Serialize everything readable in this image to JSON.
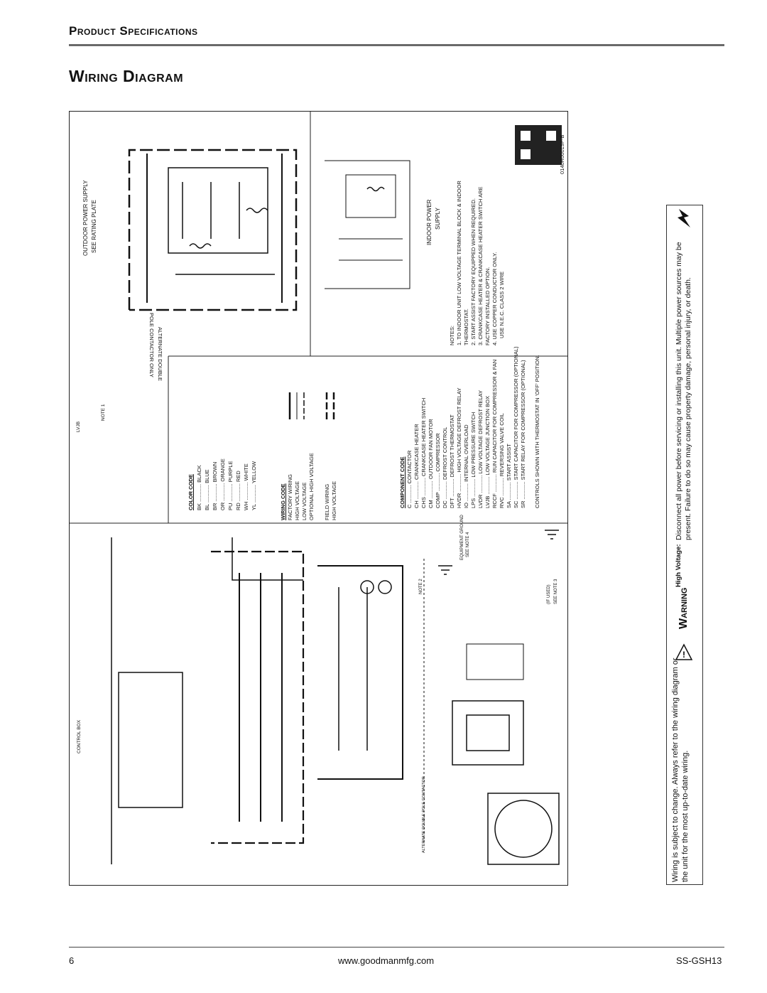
{
  "header": {
    "section": "Product Specifications"
  },
  "page_title": "Wiring Diagram",
  "diagram": {
    "outdoor_supply": "OUTDOOR POWER SUPPLY",
    "see_rating": "SEE RATING PLATE",
    "alt_contactor_1": "ALTERNATE DOUBLE",
    "alt_contactor_2": "POLE CONTACTOR ONLY",
    "control_box": "CONTROL BOX",
    "lvjb": "LVJB",
    "note1": "NOTE 1",
    "indoor_power": "INDOOR POWER",
    "supply": "SUPPLY",
    "doc_number": "0140R00019P-B",
    "color_code_title": "COLOR CODE",
    "color_code": [
      "BK ............ BLACK",
      "BL ............ BLUE",
      "BR ............ BROWN",
      "OR ............ ORANGE",
      "PU ............ PURPLE",
      "RD ............ RED",
      "WH ............ WHITE",
      "YL ............ YELLOW"
    ],
    "wiring_code_title": "WIRING CODE",
    "wiring_code": [
      "FACTORY WIRING",
      "HIGH VOLTAGE",
      "LOW VOLTAGE",
      "OPTIONAL HIGH VOLTAGE",
      "FIELD WIRING",
      "HIGH VOLTAGE"
    ],
    "component_code_title": "COMPONENT CODE",
    "component_code": [
      "C ............ CONTACTOR",
      "CH ............ CRANKCASE HEATER",
      "CHS ............ CRANKCASE HEATER SWITCH",
      "CM ............ OUTDOOR FAN MOTOR",
      "COMP ............ COMPRESSOR",
      "DC ............ DEFROST CONTROL",
      "DFT ............ DEFROST THERMOSTAT",
      "HVDR ............ HIGH VOLTAGE DEFROST RELAY",
      "IO ............ INTERNAL OVERLOAD",
      "LPS ............ LOW PRESSURE SWITCH",
      "LVDR ............ LOW VOLTAGE DEFROST RELAY",
      "LVJB ............ LOW VOLTAGE JUNCTION BOX",
      "RCCF ............ RUN CAPACITOR FOR COMPRESSOR & FAN",
      "RVC ............ REVERSING VALVE COIL",
      "SA ............ START ASSIST",
      "SC ............ START CAPACITOR FOR COMPRESSOR (OPTIONAL)",
      "SR ............ START RELAY FOR COMPRESSOR (OPTIONAL)"
    ],
    "controls_note": "CONTROLS SHOWN WITH THERMOSTAT IN 'OFF' POSITION.",
    "notes_title": "NOTES:",
    "notes": [
      "1. TO INDOOR UNIT LOW VOLTAGE TERMINAL BLOCK & INDOOR",
      "THERMOSTAT.",
      "2. START ASSIST FACTORY EQUIPPED WHEN REQUIRED.",
      "3. CRANKCASE HEATER & CRANKCASE HEATER SWITCH ARE",
      "FACTORY INSTALLED OPTION.",
      "4. USE COPPER CONDUCTOR ONLY.",
      "USE N.E.C. CLASS 2 WIRE"
    ],
    "equipment_ground": "EQUIPMENT GROUND",
    "see_note4": "SEE NOTE 4",
    "if_used": "(IF USED)",
    "see_note3": "SEE NOTE 3",
    "note2": "NOTE 2",
    "alternate_double_pole": "ALTERNATE DOUBLE POLE CONTACTOR"
  },
  "warning": {
    "heading": "Warning",
    "lead": "High Voltage:",
    "text": "Disconnect all power before servicing or installing this unit. Multiple power sources may be present. Failure to do so may cause property damage, personal injury, or death."
  },
  "wiring_notice": "Wiring is subject to change. Always refer to the wiring diagram or the unit for the most up-to-date wiring.",
  "footer": {
    "page_number": "6",
    "website": "www.goodmanmfg.com",
    "doc_code": "SS-GSH13"
  }
}
